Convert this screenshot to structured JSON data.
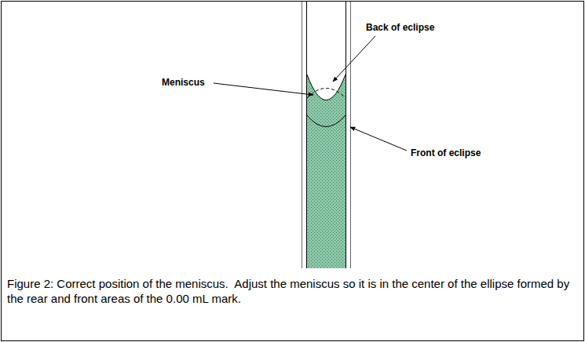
{
  "diagram": {
    "caption": "Figure 2: Correct position of the meniscus.  Adjust the meniscus so it is in the center of the ellipse formed by the rear and front areas of the 0.00 mL mark.",
    "labels": [
      "Back of eclipse",
      "Meniscus",
      "Front of eclipse"
    ]
  }
}
